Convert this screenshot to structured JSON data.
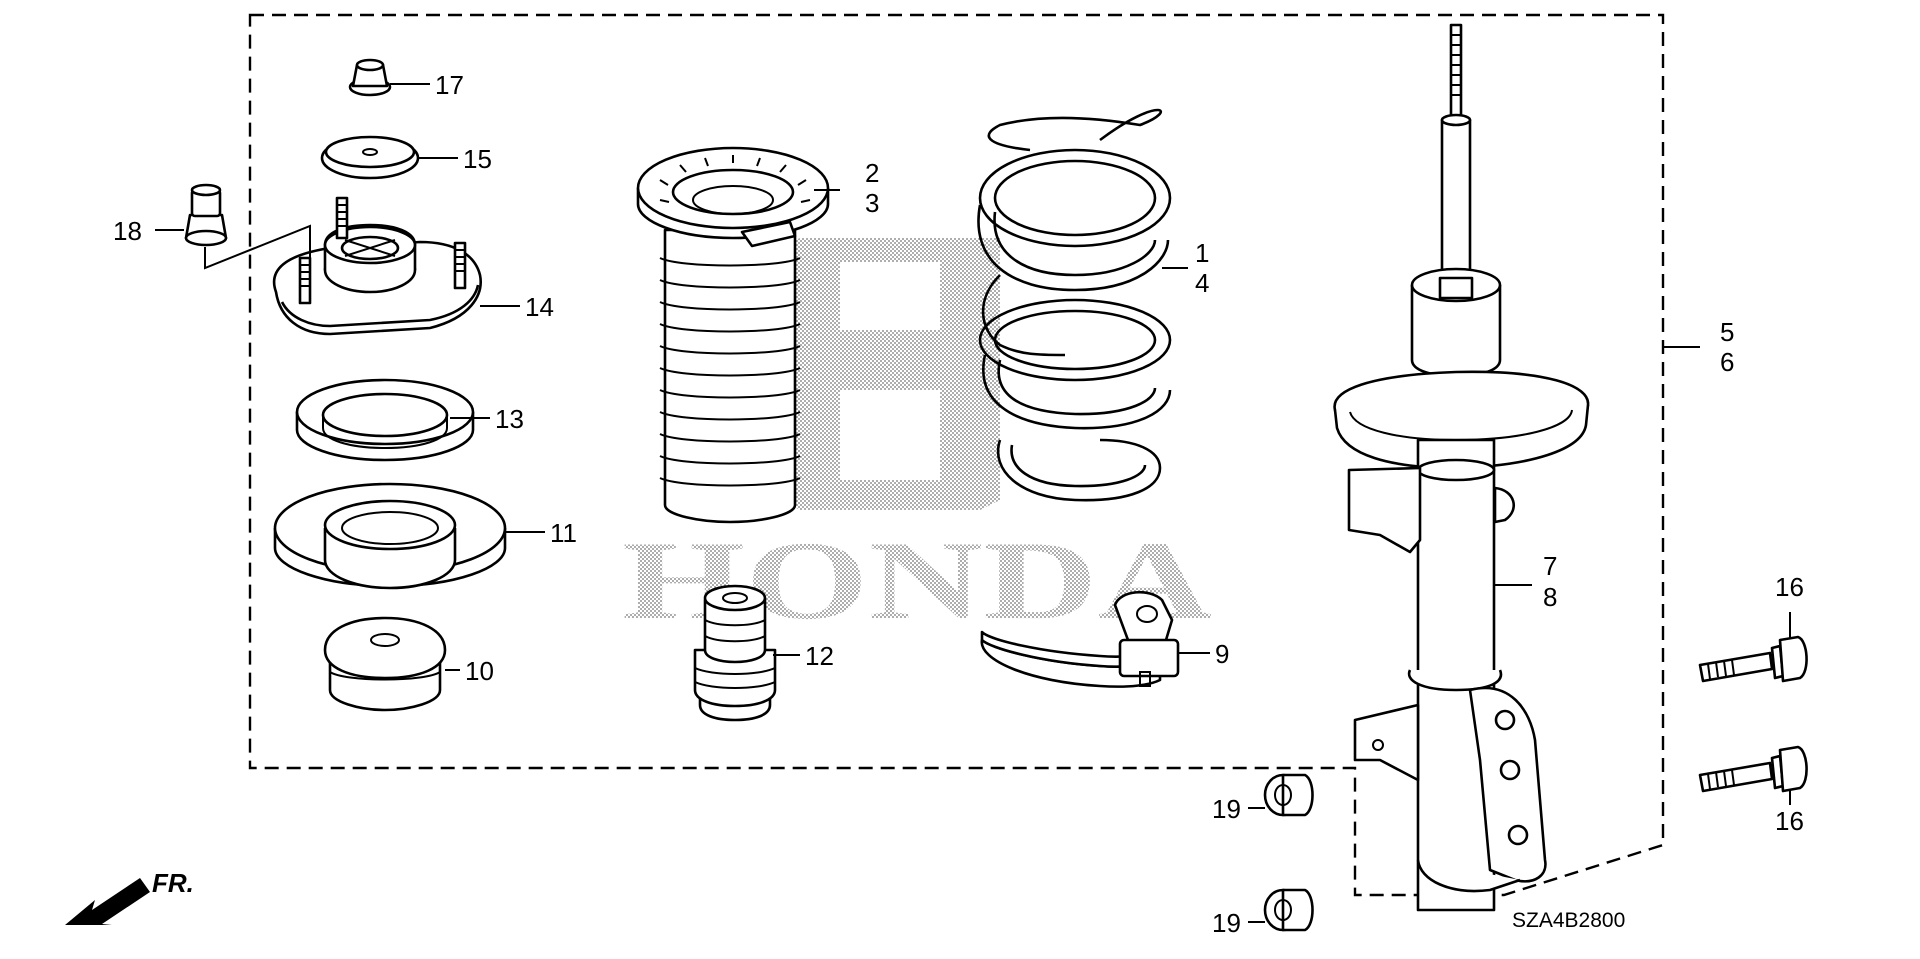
{
  "diagram": {
    "watermark": "HONDA",
    "catalog_code": "SZA4B2800",
    "direction_label": "FR.",
    "callouts": [
      {
        "id": "c1",
        "text": "1"
      },
      {
        "id": "c2",
        "text": "2"
      },
      {
        "id": "c3",
        "text": "3"
      },
      {
        "id": "c4",
        "text": "4"
      },
      {
        "id": "c5",
        "text": "5"
      },
      {
        "id": "c6",
        "text": "6"
      },
      {
        "id": "c7",
        "text": "7"
      },
      {
        "id": "c8",
        "text": "8"
      },
      {
        "id": "c9",
        "text": "9"
      },
      {
        "id": "c10",
        "text": "10"
      },
      {
        "id": "c11",
        "text": "11"
      },
      {
        "id": "c12",
        "text": "12"
      },
      {
        "id": "c13",
        "text": "13"
      },
      {
        "id": "c14",
        "text": "14"
      },
      {
        "id": "c15",
        "text": "15"
      },
      {
        "id": "c16a",
        "text": "16"
      },
      {
        "id": "c16b",
        "text": "16"
      },
      {
        "id": "c17",
        "text": "17"
      },
      {
        "id": "c18",
        "text": "18"
      },
      {
        "id": "c19a",
        "text": "19"
      },
      {
        "id": "c19b",
        "text": "19"
      }
    ]
  }
}
